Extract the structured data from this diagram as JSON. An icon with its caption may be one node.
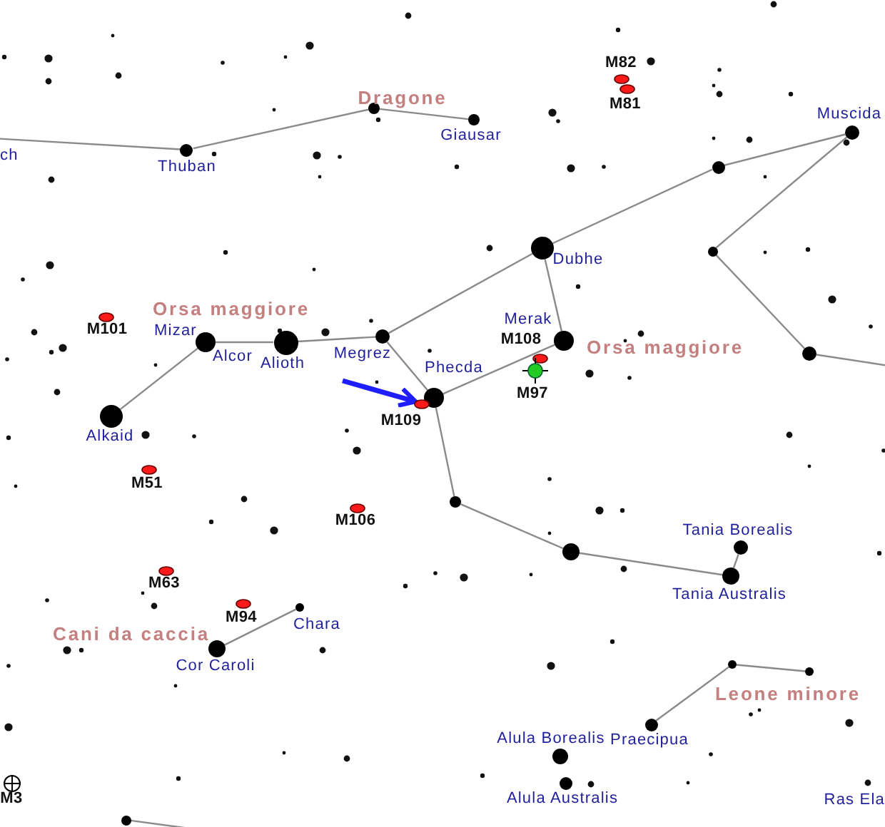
{
  "diagram": {
    "nodes": [
      {
        "text": [
          "M82"
        ]
      },
      {
        "text": [
          "M81"
        ]
      },
      {
        "text": [],
        "shape": "circle"
      },
      {
        "text": [
          "Giausar"
        ]
      },
      {
        "text": [
          "Muscida"
        ]
      },
      {
        "text": [
          "Thuban"
        ]
      },
      {
        "text": [],
        "shape": "circle"
      },
      {
        "text": [
          "Dubhe"
        ]
      },
      {
        "text": [],
        "shape": "circle"
      },
      {
        "text": [
          "M101"
        ]
      },
      {
        "text": [
          "Mizar",
          "Alcor"
        ]
      },
      {
        "text": [
          "Alioth"
        ]
      },
      {
        "text": [
          "Megrez"
        ]
      },
      {
        "text": [
          "Merak"
        ]
      },
      {
        "text": [],
        "shape": "circle"
      },
      {
        "text": [
          "M108"
        ]
      },
      {
        "text": [
          "M97"
        ]
      },
      {
        "text": [
          "Phecda"
        ]
      },
      {
        "text": [
          "M109"
        ]
      },
      {
        "text": [
          "Alkaid"
        ]
      },
      {
        "text": [
          "M51"
        ]
      },
      {
        "text": [],
        "shape": "circle"
      },
      {
        "text": [
          "M106"
        ]
      },
      {
        "text": [
          "Tania Borealis"
        ]
      },
      {
        "text": [],
        "shape": "circle"
      },
      {
        "text": [
          "M63"
        ]
      },
      {
        "text": [
          "Tania Australis"
        ]
      },
      {
        "text": [
          "M94"
        ]
      },
      {
        "text": [
          "Chara"
        ]
      },
      {
        "text": [
          "Cor Caroli"
        ]
      },
      {
        "text": [],
        "shape": "circle"
      },
      {
        "text": [],
        "shape": "circle"
      },
      {
        "text": [
          "Praecipua"
        ]
      },
      {
        "text": [
          "Alula Borealis"
        ]
      },
      {
        "text": [
          "Alula Australis"
        ]
      },
      {
        "text": [
          "M3"
        ]
      },
      {
        "text": [],
        "shape": "circle"
      }
    ],
    "edges": [
      {
        "from": null,
        "to": 5,
        "arrow": "none"
      },
      {
        "from": 5,
        "to": 2,
        "arrow": "none"
      },
      {
        "from": 2,
        "to": 3,
        "arrow": "none"
      },
      {
        "from": 7,
        "to": 6,
        "arrow": "none"
      },
      {
        "from": 6,
        "to": 4,
        "arrow": "none"
      },
      {
        "from": 4,
        "to": 8,
        "arrow": "none"
      },
      {
        "from": 8,
        "to": 14,
        "arrow": "none"
      },
      {
        "from": 14,
        "to": null,
        "arrow": "none"
      },
      {
        "from": 7,
        "to": 13,
        "arrow": "none"
      },
      {
        "from": 12,
        "to": 7,
        "arrow": "none"
      },
      {
        "from": 12,
        "to": 11,
        "arrow": "none"
      },
      {
        "from": 11,
        "to": 10,
        "arrow": "none"
      },
      {
        "from": 10,
        "to": 19,
        "arrow": "none"
      },
      {
        "from": 12,
        "to": 17,
        "arrow": "none"
      },
      {
        "from": 17,
        "to": 13,
        "arrow": "none"
      },
      {
        "from": 17,
        "to": 21,
        "arrow": "none"
      },
      {
        "from": 21,
        "to": 24,
        "arrow": "none"
      },
      {
        "from": 24,
        "to": 26,
        "arrow": "none"
      },
      {
        "from": 26,
        "to": 23,
        "arrow": "none"
      },
      {
        "from": 29,
        "to": 28,
        "arrow": "none"
      },
      {
        "from": 32,
        "to": 30,
        "arrow": "none"
      },
      {
        "from": 30,
        "to": 31,
        "arrow": "none"
      },
      {
        "from": 36,
        "to": null,
        "arrow": "none"
      },
      {
        "from": null,
        "to": 18,
        "arrow": "to",
        "style": "thick",
        "color": "#1e1eff"
      }
    ],
    "labels": [
      "Dragone",
      "ch",
      "Orsa maggiore",
      "Orsa maggiore",
      "Cani da caccia",
      "Leone minore",
      "Ras Ela"
    ]
  }
}
